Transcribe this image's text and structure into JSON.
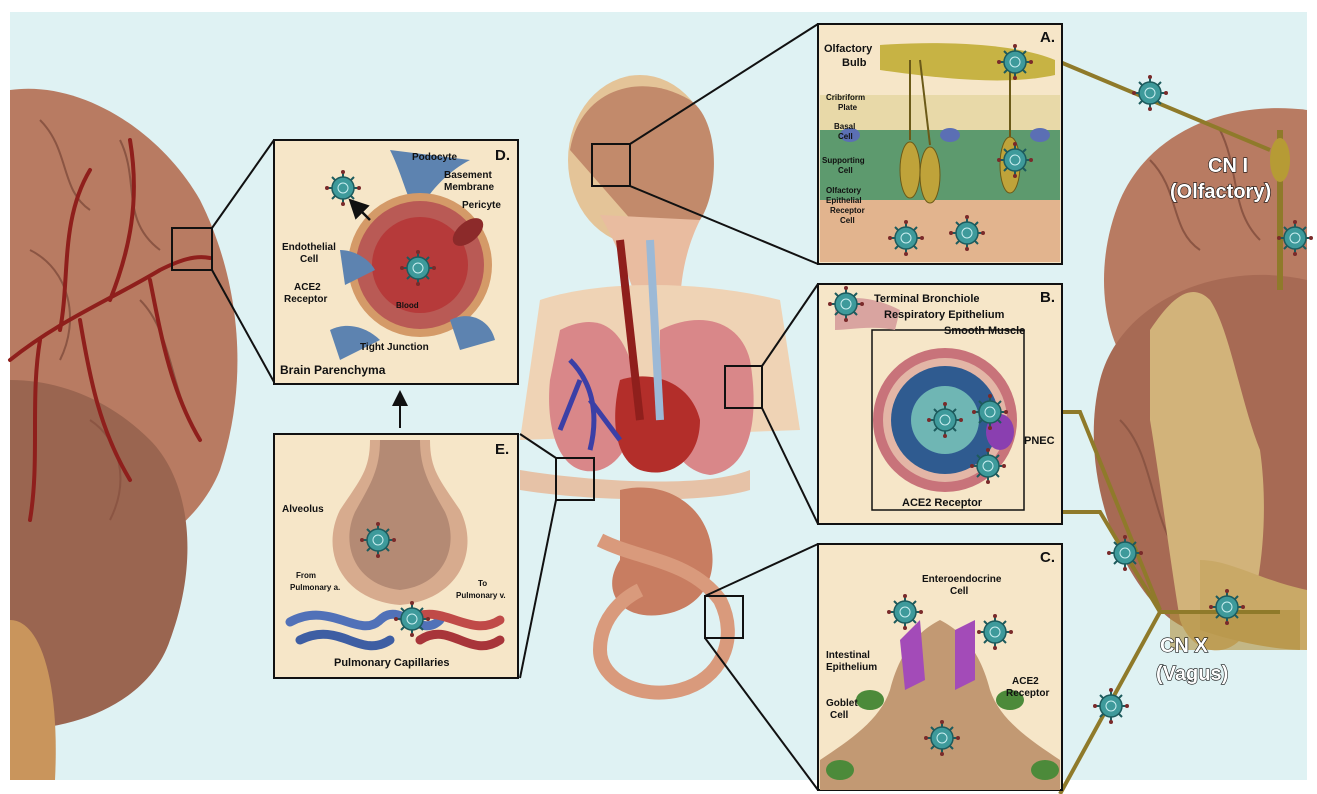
{
  "panels": {
    "A": {
      "letter": "A.",
      "labels": [
        "Olfactory",
        "Bulb",
        "Cribriform",
        "Plate",
        "Basal",
        "Cell",
        "Supporting",
        "Cell",
        "Olfactory",
        "Epithelial",
        "Receptor",
        "Cell"
      ]
    },
    "B": {
      "letter": "B.",
      "labels": [
        "Terminal Bronchiole",
        "Respiratory Epithelium",
        "Smooth Muscle",
        "PNEC",
        "ACE2 Receptor"
      ]
    },
    "C": {
      "letter": "C.",
      "labels": [
        "Enteroendocrine",
        "Cell",
        "Intestinal",
        "Epithelium",
        "ACE2",
        "Receptor",
        "Goblet",
        "Cell"
      ]
    },
    "D": {
      "letter": "D.",
      "labels": [
        "Podocyte",
        "Basement",
        "Membrane",
        "Pericyte",
        "Endothelial",
        "Cell",
        "ACE2",
        "Receptor",
        "Blood",
        "Tight Junction",
        "Brain Parenchyma"
      ]
    },
    "E": {
      "letter": "E.",
      "labels": [
        "Alveolus",
        "From",
        "Pulmonary a.",
        "To",
        "Pulmonary v.",
        "Pulmonary Capillaries"
      ]
    }
  },
  "nerves": {
    "cn1_line1": "CN I",
    "cn1_line2": "(Olfactory)",
    "cn10_line1": "CN X",
    "cn10_line2": "(Vagus)"
  },
  "colors": {
    "background": "#dff2f3",
    "panel_fill": "#f6e6c8",
    "brain": "#b87b62",
    "nerve": "#8f7a2a",
    "virus": "#2c8a8c",
    "vessel": "#9b2a25"
  }
}
